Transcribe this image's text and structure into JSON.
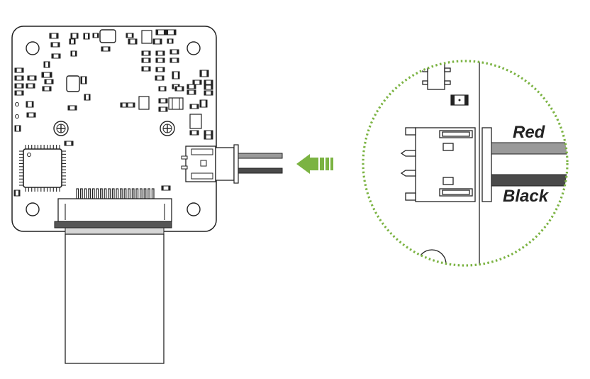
{
  "diagram": {
    "labels": {
      "red_wire": "Red",
      "black_wire": "Black"
    },
    "colors": {
      "outline": "#222222",
      "board_fill": "#ffffff",
      "accent_green": "#7bb342",
      "red_wire": "#9a9a9a",
      "black_wire": "#4a4a4a",
      "ribbon_band_dark": "#555555",
      "ribbon_band_light": "#d6d6d6"
    },
    "icons": {
      "arrow": "left-arrow-icon",
      "zoom": "magnifier-circle"
    }
  }
}
